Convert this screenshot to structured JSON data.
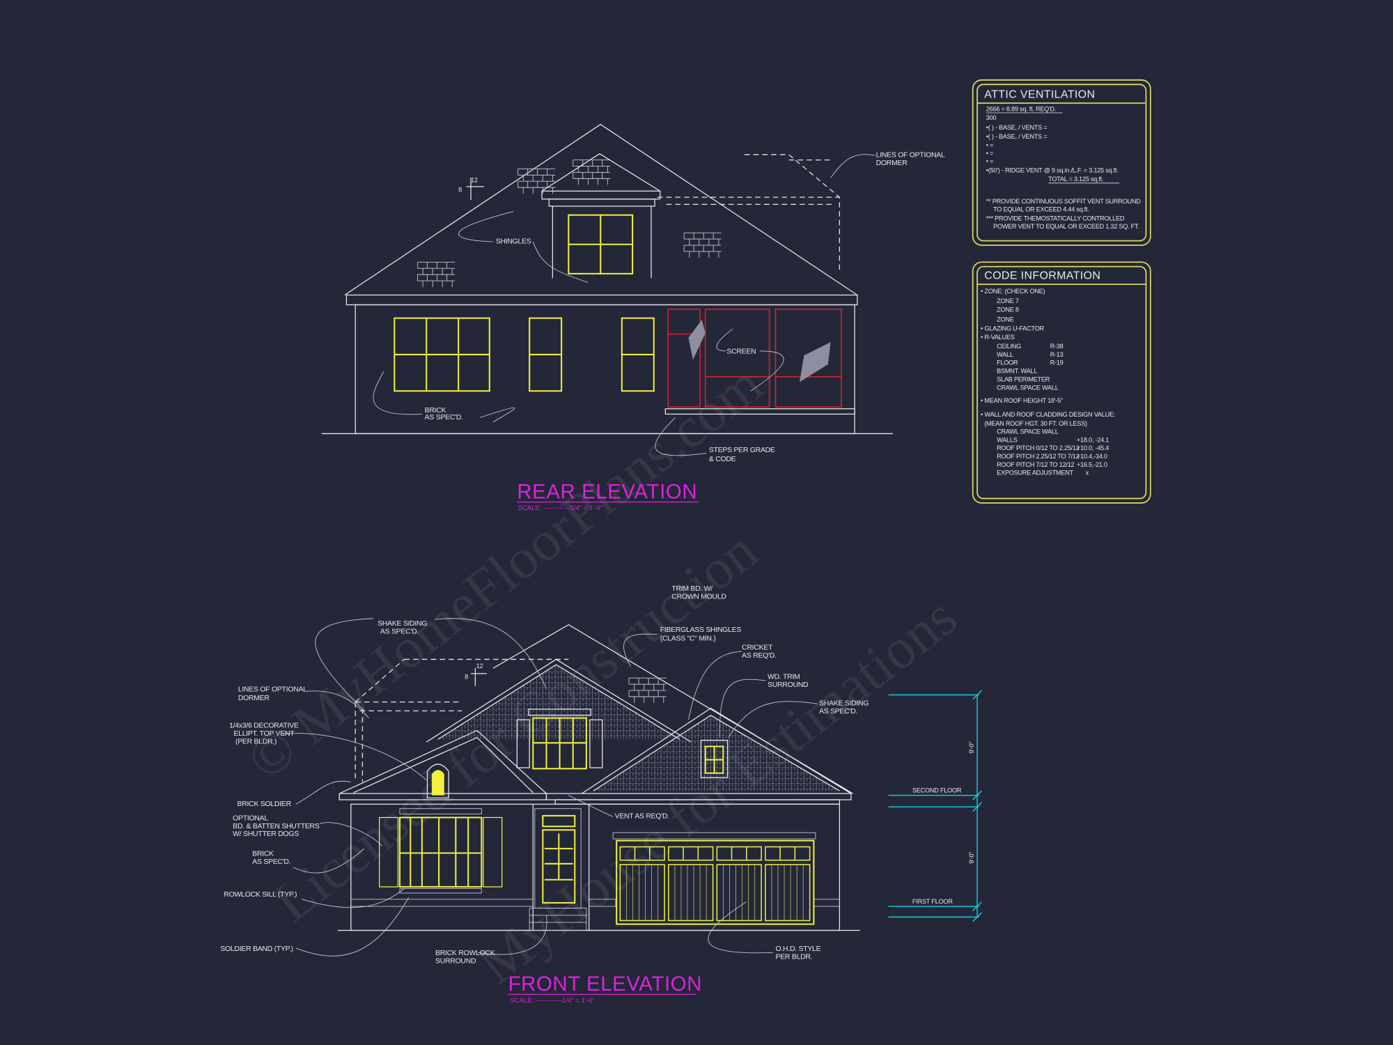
{
  "colors": {
    "background": "#232738",
    "linework": "#e6e6ee",
    "windows": "#f0f040",
    "screen_porch": "#d8202c",
    "dimensions": "#19c3d6",
    "titles": "#e020e0",
    "info_boxes": "#d9d760"
  },
  "watermark": [
    "© MyHomeFloorPlans.com",
    "Licensed for Construction",
    "MyHouse for Estimations"
  ],
  "rear_elevation": {
    "title": "REAR ELEVATION",
    "scale": "SCALE: ------------1/4\" = 1'-0\"",
    "pitch_rise": "8",
    "pitch_run": "12",
    "labels": {
      "optional_dormer_1": "LINES OF OPTIONAL",
      "optional_dormer_2": "DORMER",
      "shingles": "SHINGLES",
      "screen": "SCREEN",
      "brick_1": "BRICK",
      "brick_2": "AS SPEC'D.",
      "steps_1": "STEPS PER GRADE",
      "steps_2": "& CODE"
    }
  },
  "front_elevation": {
    "title": "FRONT ELEVATION",
    "scale": "SCALE: ------------1/4\" = 1'-0\"",
    "pitch_rise": "8",
    "pitch_run": "12",
    "labels": {
      "trim_1": "TRIM BD. W/",
      "trim_2": "CROWN MOULD",
      "shake_1": "SHAKE SIDING",
      "shake_2": "AS SPEC'D.",
      "fiberglass_1": "FIBERGLASS SHINGLES",
      "fiberglass_2": "(CLASS \"C\" MIN.)",
      "cricket_1": "CRICKET",
      "cricket_2": "AS REQ'D.",
      "wdtrim_1": "WD. TRIM",
      "wdtrim_2": "SURROUND",
      "shake_r_1": "SHAKE SIDING",
      "shake_r_2": "AS SPEC'D.",
      "dormer_1": "LINES OF OPTIONAL",
      "dormer_2": "DORMER",
      "vent_1": "1/4x3/6 DECORATIVE",
      "vent_2": "ELLIPT. TOP VENT",
      "vent_3": "(PER BLDR.)",
      "brick_soldier": "BRICK SOLDIER",
      "shutters_1": "OPTIONAL",
      "shutters_2": "BD. & BATTEN SHUTTERS",
      "shutters_3": "W/ SHUTTER DOGS",
      "brick_1": "BRICK",
      "brick_2": "AS SPEC'D.",
      "rowlock_sill": "ROWLOCK SILL (TYP.)",
      "soldier_band": "SOLDIER BAND (TYP.)",
      "rowlock_1": "BRICK ROWLOCK",
      "rowlock_2": "SURROUND",
      "vent_req": "VENT AS REQ'D.",
      "ohd_1": "O.H.D. STYLE",
      "ohd_2": "PER BLDR."
    },
    "dimensions": {
      "second_floor": "SECOND FLOOR",
      "first_floor": "FIRST FLOOR",
      "upper_height": "9'-0\"",
      "lower_height": "9'-0\""
    }
  },
  "attic_ventilation": {
    "title": "ATTIC VENTILATION",
    "lines": [
      "2666 = 8.89 sq. ft. REQ'D.",
      "300",
      "•(   ) -        BASE,   /   VENTS  =",
      "•(   ) -        BASE,   /   VENTS  =",
      "•                                              =",
      "•                                              =",
      "•                                              =",
      "•(50') - RIDGE VENT @ 9 sq.in./L.F.  = 3.125 sq.ft.",
      "TOTAL        = 3.125 sq.ft.",
      "** PROVIDE CONTINUOUS SOFFIT VENT SURROUND",
      "TO EQUAL OR EXCEED  4.44 sq.ft.",
      "*** PROVIDE THEMOSTATICALLY CONTROLLED",
      "POWER VENT TO EQUAL OR EXCEED  1.32 SQ. FT."
    ]
  },
  "code_information": {
    "title": "CODE INFORMATION",
    "zone_heading": "• ZONE: (CHECK ONE)",
    "zones": [
      "ZONE 7",
      "ZONE 8",
      "ZONE"
    ],
    "glazing": "• GLAZING U-FACTOR",
    "r_values_heading": "• R-VALUES",
    "r_values": [
      {
        "item": "CEILING",
        "value": "R-38"
      },
      {
        "item": "WALL",
        "value": "R-13"
      },
      {
        "item": "FLOOR",
        "value": "R-19"
      },
      {
        "item": "BSMNT. WALL",
        "value": ""
      },
      {
        "item": "SLAB PERIMETER",
        "value": ""
      },
      {
        "item": "CRAWL SPACE WALL",
        "value": ""
      }
    ],
    "mean_roof_height": "• MEAN ROOF HEIGHT  18'-5\"",
    "cladding_heading": "• WALL AND ROOF CLADDING DESIGN VALUE:",
    "cladding_sub": "(MEAN ROOF HGT. 30 FT. OR LESS)",
    "cladding": [
      {
        "item": "CRAWL SPACE WALL",
        "value": ""
      },
      {
        "item": "WALLS",
        "value": "+18.0, -24.1"
      },
      {
        "item": "ROOF PITCH 0/12 TO 2.25/12",
        "value": "+10.0, -45.4"
      },
      {
        "item": "ROOF PITCH 2.25/12 TO 7/12",
        "value": "+10.4,-34.0"
      },
      {
        "item": "ROOF PITCH 7/12 TO 12/12",
        "value": "+16.5,-21.0"
      },
      {
        "item": "EXPOSURE ADJUSTMENT",
        "value": "x"
      }
    ]
  }
}
